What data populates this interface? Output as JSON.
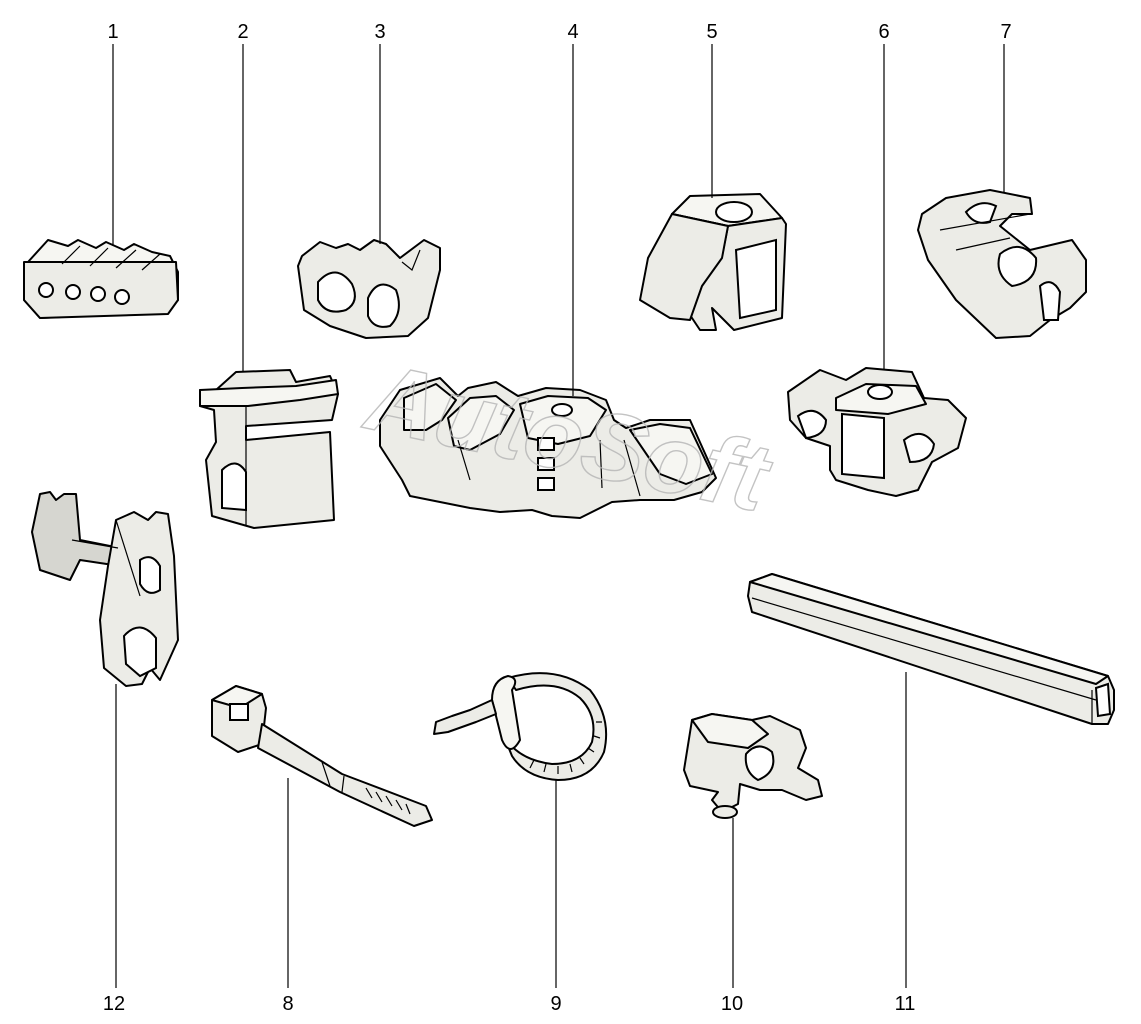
{
  "callouts": {
    "c1": "1",
    "c2": "2",
    "c3": "3",
    "c4": "4",
    "c5": "5",
    "c6": "6",
    "c7": "7",
    "c8": "8",
    "c9": "9",
    "c10": "10",
    "c11": "11",
    "c12": "12"
  },
  "watermark": "AutoSoft",
  "colors": {
    "part_fill": "#ecece7",
    "outline": "#000000",
    "watermark": "#b5b5b5"
  }
}
